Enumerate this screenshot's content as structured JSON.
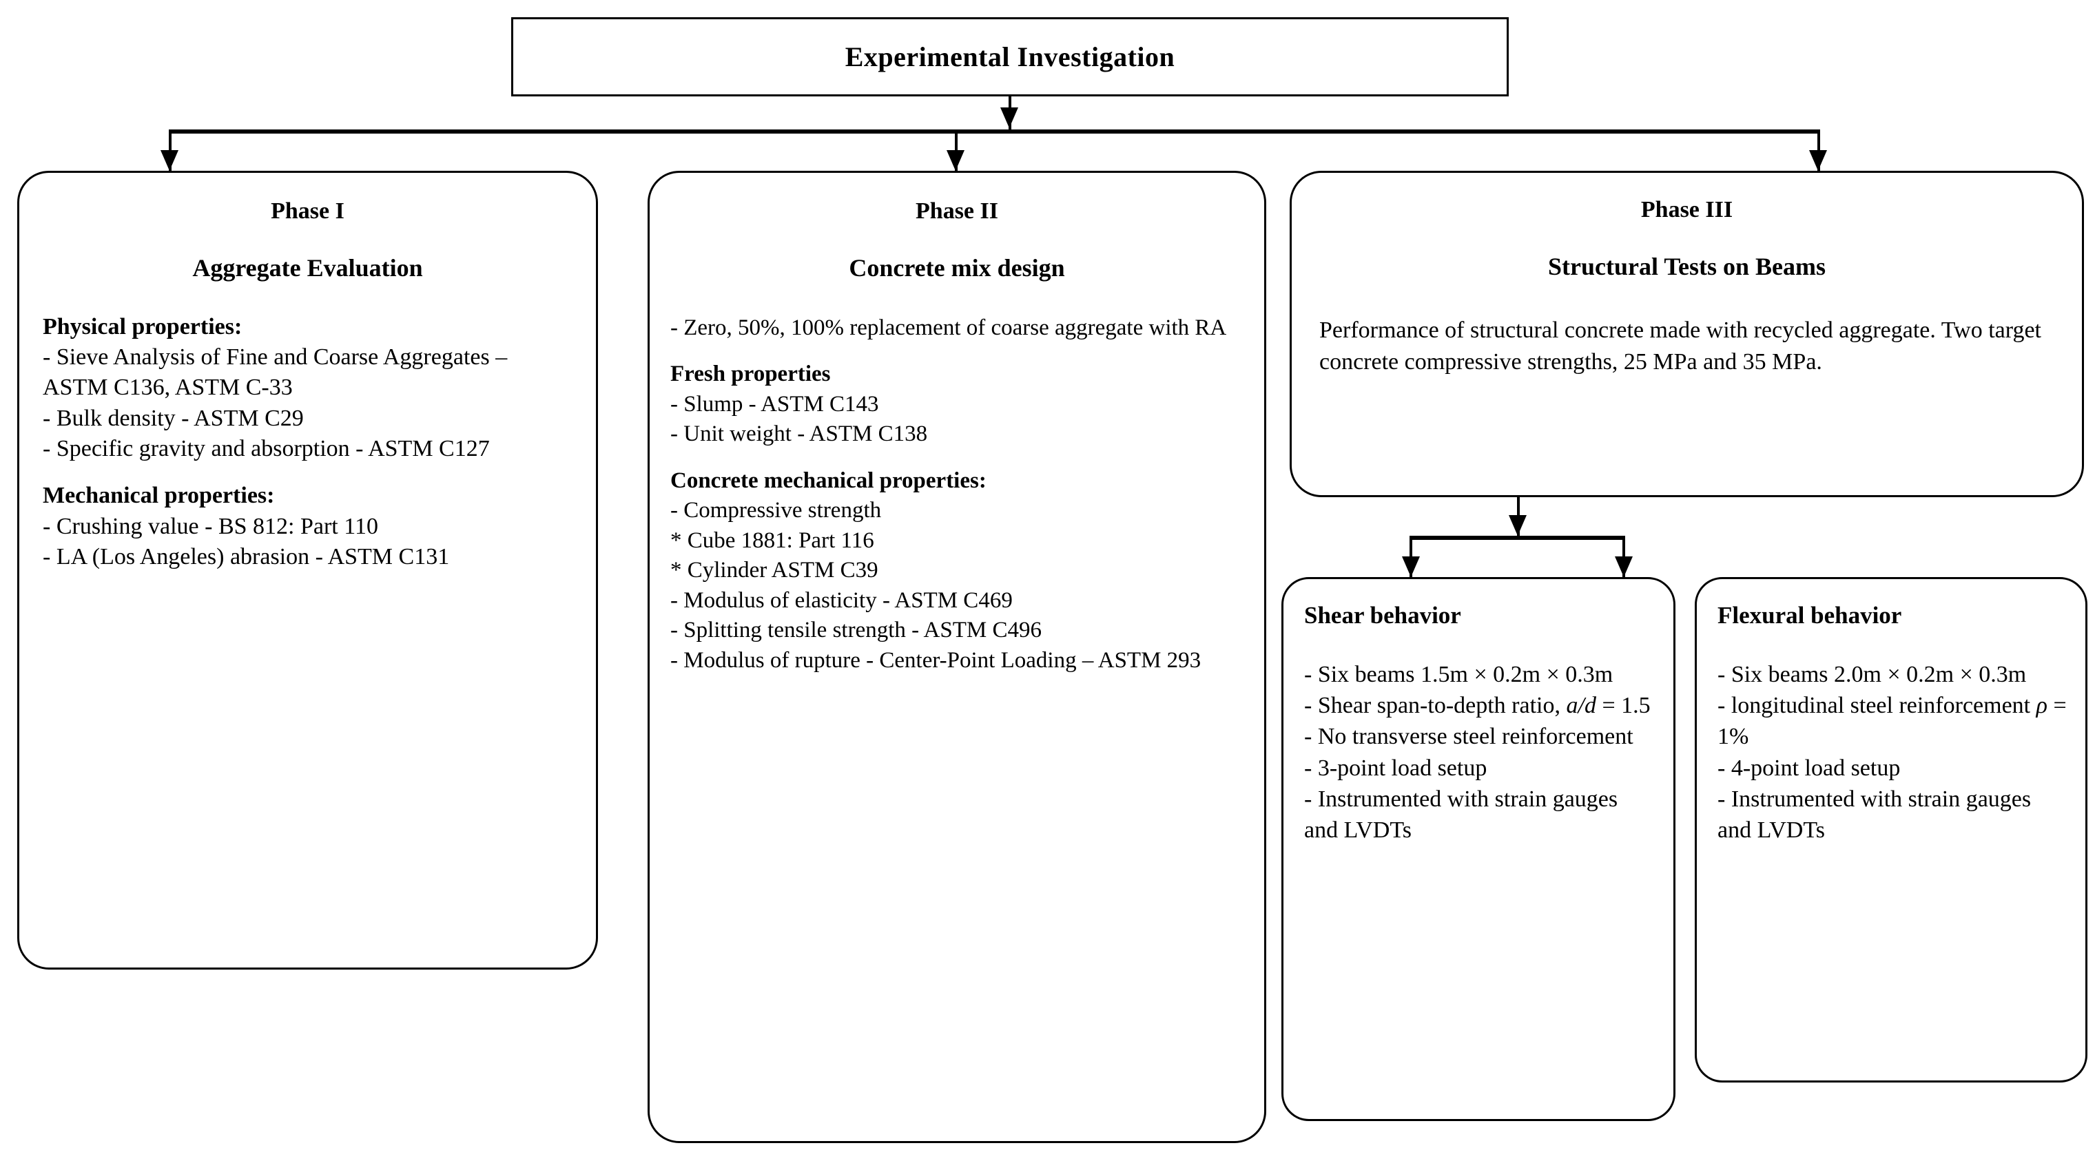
{
  "diagram": {
    "title": "Experimental Investigation",
    "phases": [
      {
        "id": "phase-1",
        "label": "Phase I",
        "subtitle": "Aggregate Evaluation",
        "groups": [
          {
            "heading": "Physical properties:",
            "items": [
              "- Sieve Analysis of Fine and Coarse Aggregates – ASTM C136, ASTM C-33",
              "- Bulk density - ASTM  C29",
              "- Specific gravity and absorption - ASTM C127"
            ]
          },
          {
            "heading": "Mechanical properties:",
            "items": [
              "- Crushing value - BS 812: Part 110",
              "- LA (Los Angeles) abrasion - ASTM C131"
            ]
          }
        ]
      },
      {
        "id": "phase-2",
        "label": "Phase II",
        "subtitle": "Concrete mix design",
        "groups": [
          {
            "heading": "",
            "items": [
              "- Zero, 50%, 100% replacement of coarse aggregate with RA"
            ]
          },
          {
            "heading": "Fresh properties",
            "items": [
              "- Slump - ASTM C143",
              "- Unit weight - ASTM C138"
            ]
          },
          {
            "heading": "Concrete mechanical properties:",
            "items": [
              "- Compressive strength",
              "* Cube 1881: Part 116",
              "* Cylinder ASTM C39",
              "- Modulus of elasticity - ASTM C469",
              "- Splitting tensile strength - ASTM C496",
              "- Modulus of rupture - Center-Point Loading – ASTM  293"
            ]
          }
        ]
      },
      {
        "id": "phase-3",
        "label": "Phase III",
        "subtitle": "Structural Tests on Beams",
        "description": "Performance of structural concrete made with recycled aggregate. Two target concrete compressive strengths, 25 MPa and 35 MPa.",
        "children": [
          {
            "id": "shear-behavior",
            "heading": "Shear behavior",
            "items_pre": [
              "- Six beams 1.5m × 0.2m × 0.3m"
            ],
            "ratio_line_prefix": "- Shear span-to-depth ratio, ",
            "ratio_line_symbol": "a/d",
            "ratio_line_suffix": " = 1.5",
            "items_post": [
              "- No transverse steel reinforcement",
              "- 3-point load setup",
              "- Instrumented with strain gauges and LVDTs"
            ]
          },
          {
            "id": "flexural-behavior",
            "heading": "Flexural behavior",
            "items_pre": [
              "- Six beams 2.0m × 0.2m × 0.3m"
            ],
            "rho_line_prefix": "- longitudinal steel reinforcement ",
            "rho_line_symbol": "ρ",
            "rho_line_suffix": " = 1%",
            "items_post": [
              "- 4-point load setup",
              "- Instrumented with strain gauges and LVDTs"
            ]
          }
        ]
      }
    ]
  },
  "colors": {
    "stroke": "#000000",
    "fill": "#ffffff",
    "text": "#000000"
  }
}
